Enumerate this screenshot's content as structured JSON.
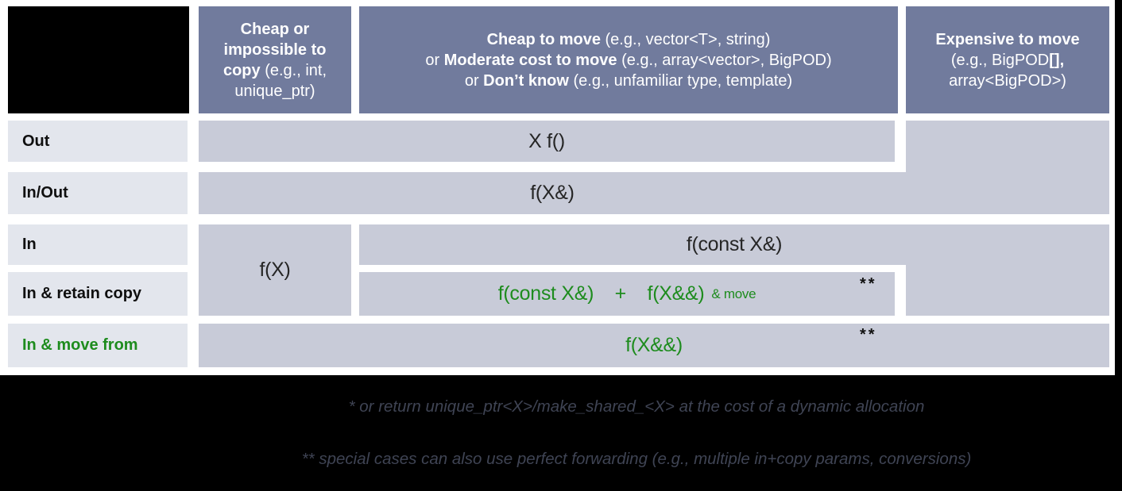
{
  "colors": {
    "header_bg": "#717b9d",
    "cell_bg": "#c8cbd8",
    "row_label_bg": "#e3e6ed",
    "green_text": "#1e8c1e",
    "footnote_text": "#3f4454",
    "footer_bg": "#000000"
  },
  "headers": {
    "col1": {
      "bold": "Cheap or impossible to copy",
      "rest": " (e.g., int, unique_ptr)"
    },
    "col2": {
      "l1_bold": "Cheap to move",
      "l1_rest": " (e.g., vector<T>, string)",
      "l2_pre": "or ",
      "l2_bold": "Moderate cost to move",
      "l2_rest": " (e.g., array<vector>, BigPOD)",
      "l3_pre": "or ",
      "l3_bold": "Don’t know",
      "l3_rest": " (e.g., unfamiliar type, template)"
    },
    "col3": {
      "l1_bold": "Expensive to move",
      "l2_pre": "(e.g., BigPOD",
      "l2_bold": "[],",
      "l3": "array<BigPOD>)"
    }
  },
  "rows": {
    "out": {
      "label": "Out",
      "cell": "X f()"
    },
    "inout": {
      "label": "In/Out",
      "cell": "f(X&)"
    },
    "in": {
      "label": "In",
      "col1_cell": "f(X)",
      "cell": "f(const X&)"
    },
    "retain": {
      "label": "In & retain copy",
      "cell_main": "f(const X&)    +    f(X&&)",
      "cell_small": "& move",
      "stars": "**"
    },
    "move": {
      "label": "In & move from",
      "cell": "f(X&&)",
      "stars": "**"
    }
  },
  "footnotes": {
    "line1": "* or return unique_ptr<X>/make_shared_<X> at the cost of a dynamic allocation",
    "line2": "** special cases can also use perfect forwarding (e.g., multiple in+copy params, conversions)"
  }
}
